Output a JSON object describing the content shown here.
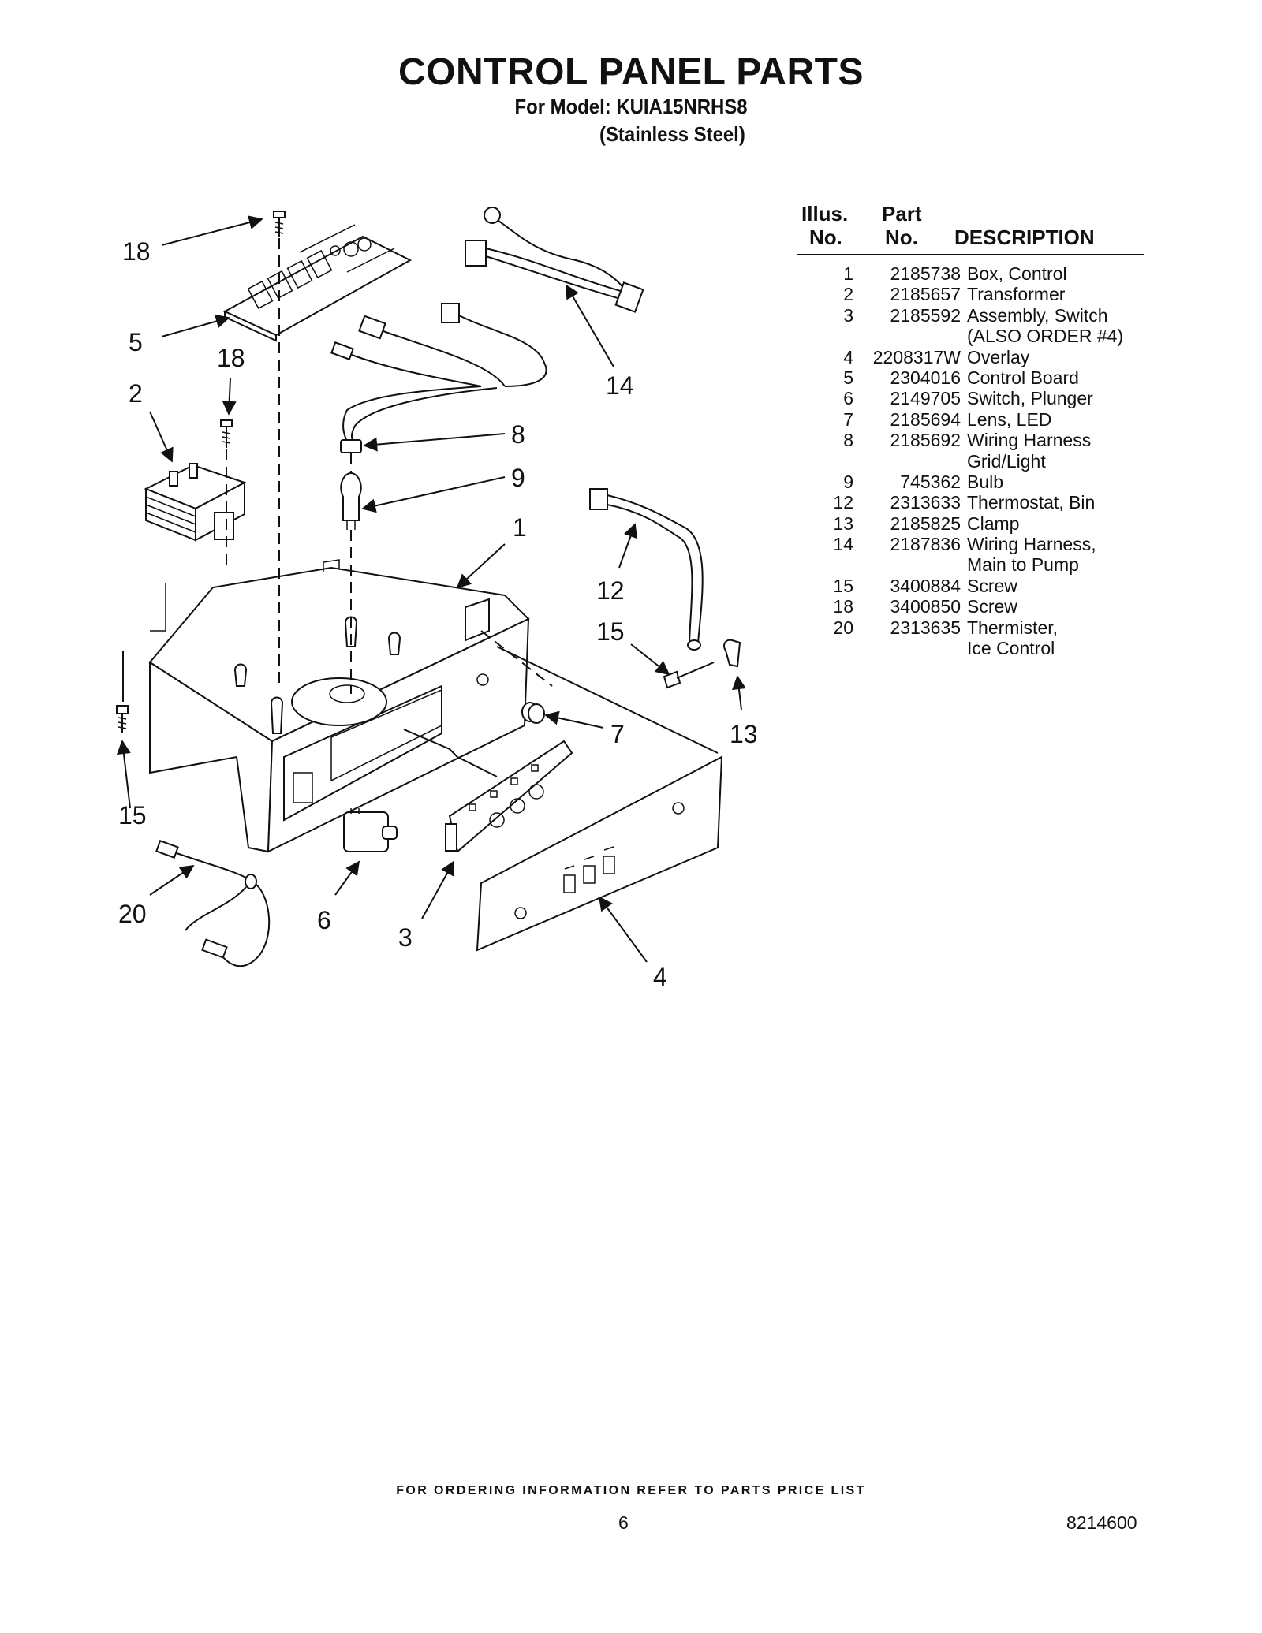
{
  "header": {
    "title": "CONTROL PANEL PARTS",
    "model_line": "For Model: KUIA15NRHS8",
    "finish": "(Stainless Steel)"
  },
  "parts_table": {
    "headers": {
      "illus_top": "Illus.",
      "illus_bottom": "No.",
      "part_top": "Part",
      "part_bottom": "No.",
      "description": "DESCRIPTION"
    },
    "rows": [
      {
        "illus": "1",
        "part": "2185738",
        "desc": "Box, Control"
      },
      {
        "illus": "2",
        "part": "2185657",
        "desc": "Transformer"
      },
      {
        "illus": "3",
        "part": "2185592",
        "desc": "Assembly, Switch"
      },
      {
        "illus": "",
        "part": "",
        "desc": "(ALSO ORDER #4)"
      },
      {
        "illus": "4",
        "part": "2208317W",
        "desc": "Overlay"
      },
      {
        "illus": "5",
        "part": "2304016",
        "desc": "Control Board"
      },
      {
        "illus": "6",
        "part": "2149705",
        "desc": "Switch, Plunger"
      },
      {
        "illus": "7",
        "part": "2185694",
        "desc": "Lens, LED"
      },
      {
        "illus": "8",
        "part": "2185692",
        "desc": "Wiring Harness"
      },
      {
        "illus": "",
        "part": "",
        "desc": "Grid/Light"
      },
      {
        "illus": "9",
        "part": "745362",
        "desc": "Bulb"
      },
      {
        "illus": "12",
        "part": "2313633",
        "desc": "Thermostat, Bin"
      },
      {
        "illus": "13",
        "part": "2185825",
        "desc": "Clamp"
      },
      {
        "illus": "14",
        "part": "2187836",
        "desc": "Wiring Harness,"
      },
      {
        "illus": "",
        "part": "",
        "desc": "Main to Pump"
      },
      {
        "illus": "15",
        "part": "3400884",
        "desc": "Screw"
      },
      {
        "illus": "18",
        "part": "3400850",
        "desc": "Screw"
      },
      {
        "illus": "20",
        "part": "2313635",
        "desc": "Thermister,"
      },
      {
        "illus": "",
        "part": "",
        "desc": "Ice Control"
      }
    ]
  },
  "callouts": {
    "c18a": "18",
    "c5": "5",
    "c18b": "18",
    "c2": "2",
    "c14": "14",
    "c8": "8",
    "c9": "9",
    "c1": "1",
    "c12": "12",
    "c15a": "15",
    "c7": "7",
    "c13": "13",
    "c15b": "15",
    "c20": "20",
    "c6": "6",
    "c3": "3",
    "c4": "4"
  },
  "footer": {
    "ordering_note": "FOR ORDERING INFORMATION REFER TO PARTS PRICE LIST",
    "page_number": "6",
    "document_number": "8214600"
  }
}
